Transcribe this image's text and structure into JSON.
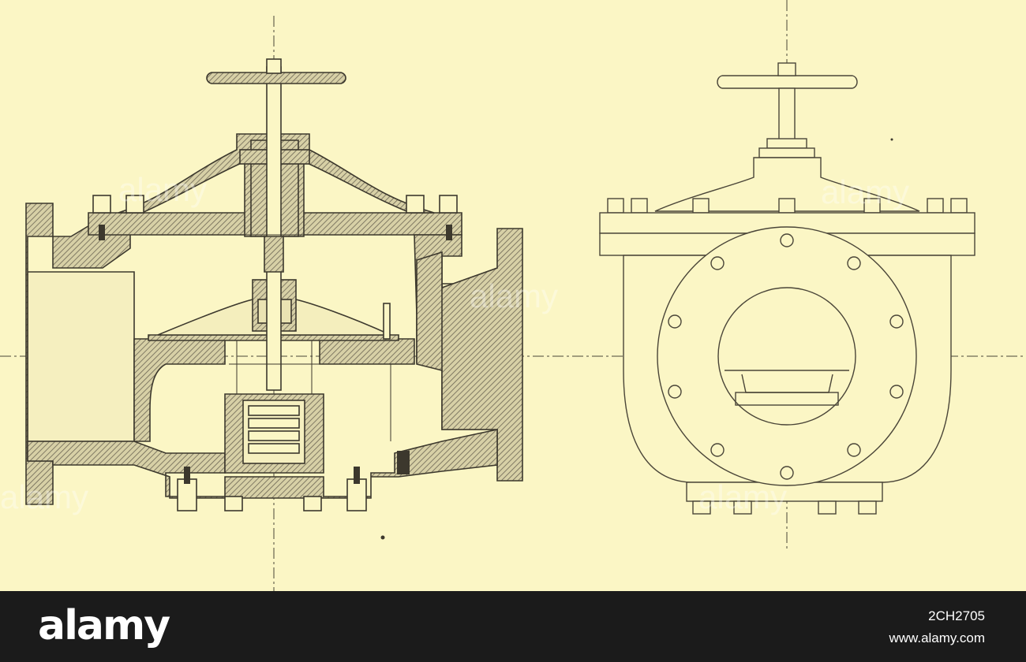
{
  "colors": {
    "paper": "#fbf6c5",
    "ink": "#4a4538",
    "hatch": "#6b6553",
    "footer": "#1b1b1b"
  },
  "watermark": {
    "text": "alamy"
  },
  "footer": {
    "logo": "alamy",
    "image_id": "2CH2705",
    "site": "www.alamy.com"
  }
}
